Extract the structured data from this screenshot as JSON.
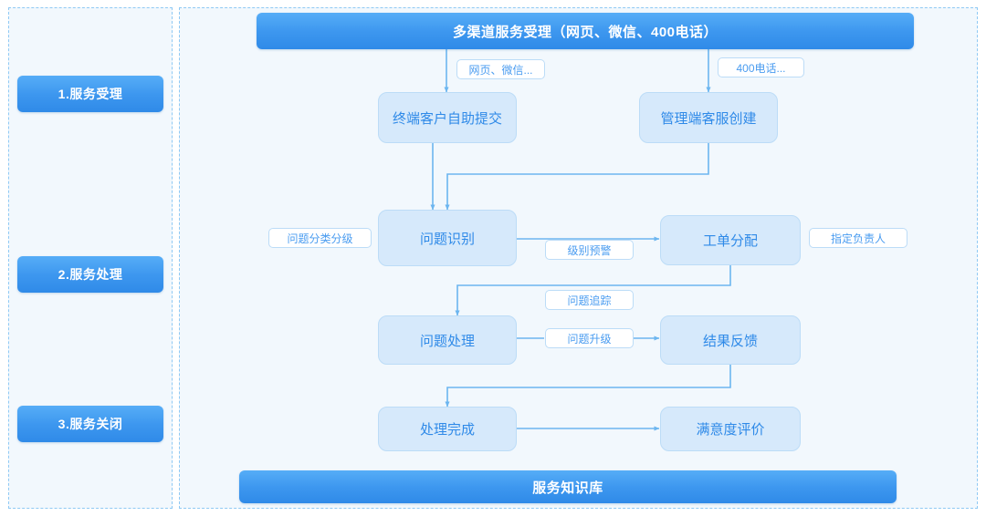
{
  "diagram": {
    "title_banner": "多渠道服务受理（网页、微信、400电话）",
    "footer_banner": "服务知识库",
    "accent_color": "#3d97ef",
    "node_fill_color": "#d6e9fb",
    "node_text_color": "#2f8ae8",
    "panel_bg_color": "#f2f8fd",
    "panel_border_color": "#8fc9f4",
    "connector_color": "#6cb6f0"
  },
  "stages": [
    {
      "label": "1.服务受理"
    },
    {
      "label": "2.服务处理"
    },
    {
      "label": "3.服务关闭"
    }
  ],
  "nodes": [
    {
      "id": "self-submit",
      "label": "终端客户自助提交"
    },
    {
      "id": "agent-create",
      "label": "管理端客服创建"
    },
    {
      "id": "issue-identify",
      "label": "问题识别"
    },
    {
      "id": "ticket-assign",
      "label": "工单分配"
    },
    {
      "id": "issue-handle",
      "label": "问题处理"
    },
    {
      "id": "result-feedback",
      "label": "结果反馈"
    },
    {
      "id": "handle-complete",
      "label": "处理完成"
    },
    {
      "id": "satisfaction",
      "label": "满意度评价"
    }
  ],
  "tags": [
    {
      "id": "tag-web-wechat",
      "label": "网页、微信..."
    },
    {
      "id": "tag-400-phone",
      "label": "400电话..."
    },
    {
      "id": "tag-classify",
      "label": "问题分类分级"
    },
    {
      "id": "tag-level-alert",
      "label": "级别预警"
    },
    {
      "id": "tag-assign-owner",
      "label": "指定负责人"
    },
    {
      "id": "tag-issue-track",
      "label": "问题追踪"
    },
    {
      "id": "tag-issue-escalate",
      "label": "问题升级"
    }
  ]
}
